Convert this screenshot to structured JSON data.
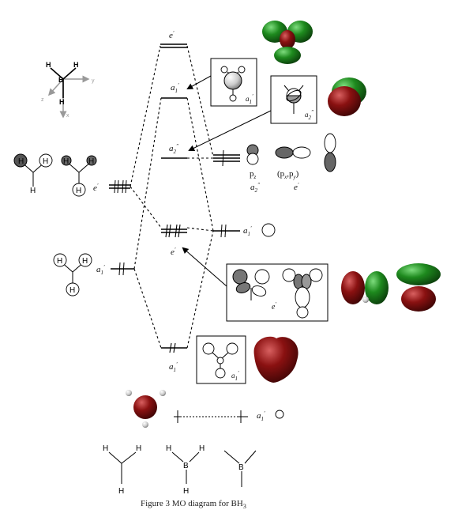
{
  "caption": "Figure 3 MO diagram for BH",
  "caption_sub": "3",
  "axis_labels": {
    "x": "x",
    "y": "y",
    "z": "z"
  },
  "atoms": {
    "H": "H",
    "B": "B"
  },
  "mo_labels": {
    "e_top": "e",
    "a1_mid": "a",
    "a2_nb": "a",
    "e_bond": "e",
    "a1_low": "a",
    "box_a1": "a",
    "box_a2": "a",
    "box_e": "e",
    "box_a1_low": "a",
    "boron_a1": "a",
    "boron_p_a2": "a",
    "boron_p_e": "e",
    "h3_e": "e",
    "h3_a1": "a",
    "h_atom_a1": "a"
  },
  "primes": {
    "single": "′",
    "double": "″"
  },
  "sub_1": "1",
  "sub_2": "2",
  "boron_p": {
    "pz": "p",
    "pz_sub": "z",
    "pxy": "(p",
    "pxy_x": "x",
    "pxy_comma": ",p",
    "pxy_y": "y",
    "pxy_close": ")"
  },
  "colors": {
    "green": "#1e7d1e",
    "red": "#8a1111",
    "grey": "#bbbbbb",
    "line": "#000000"
  }
}
